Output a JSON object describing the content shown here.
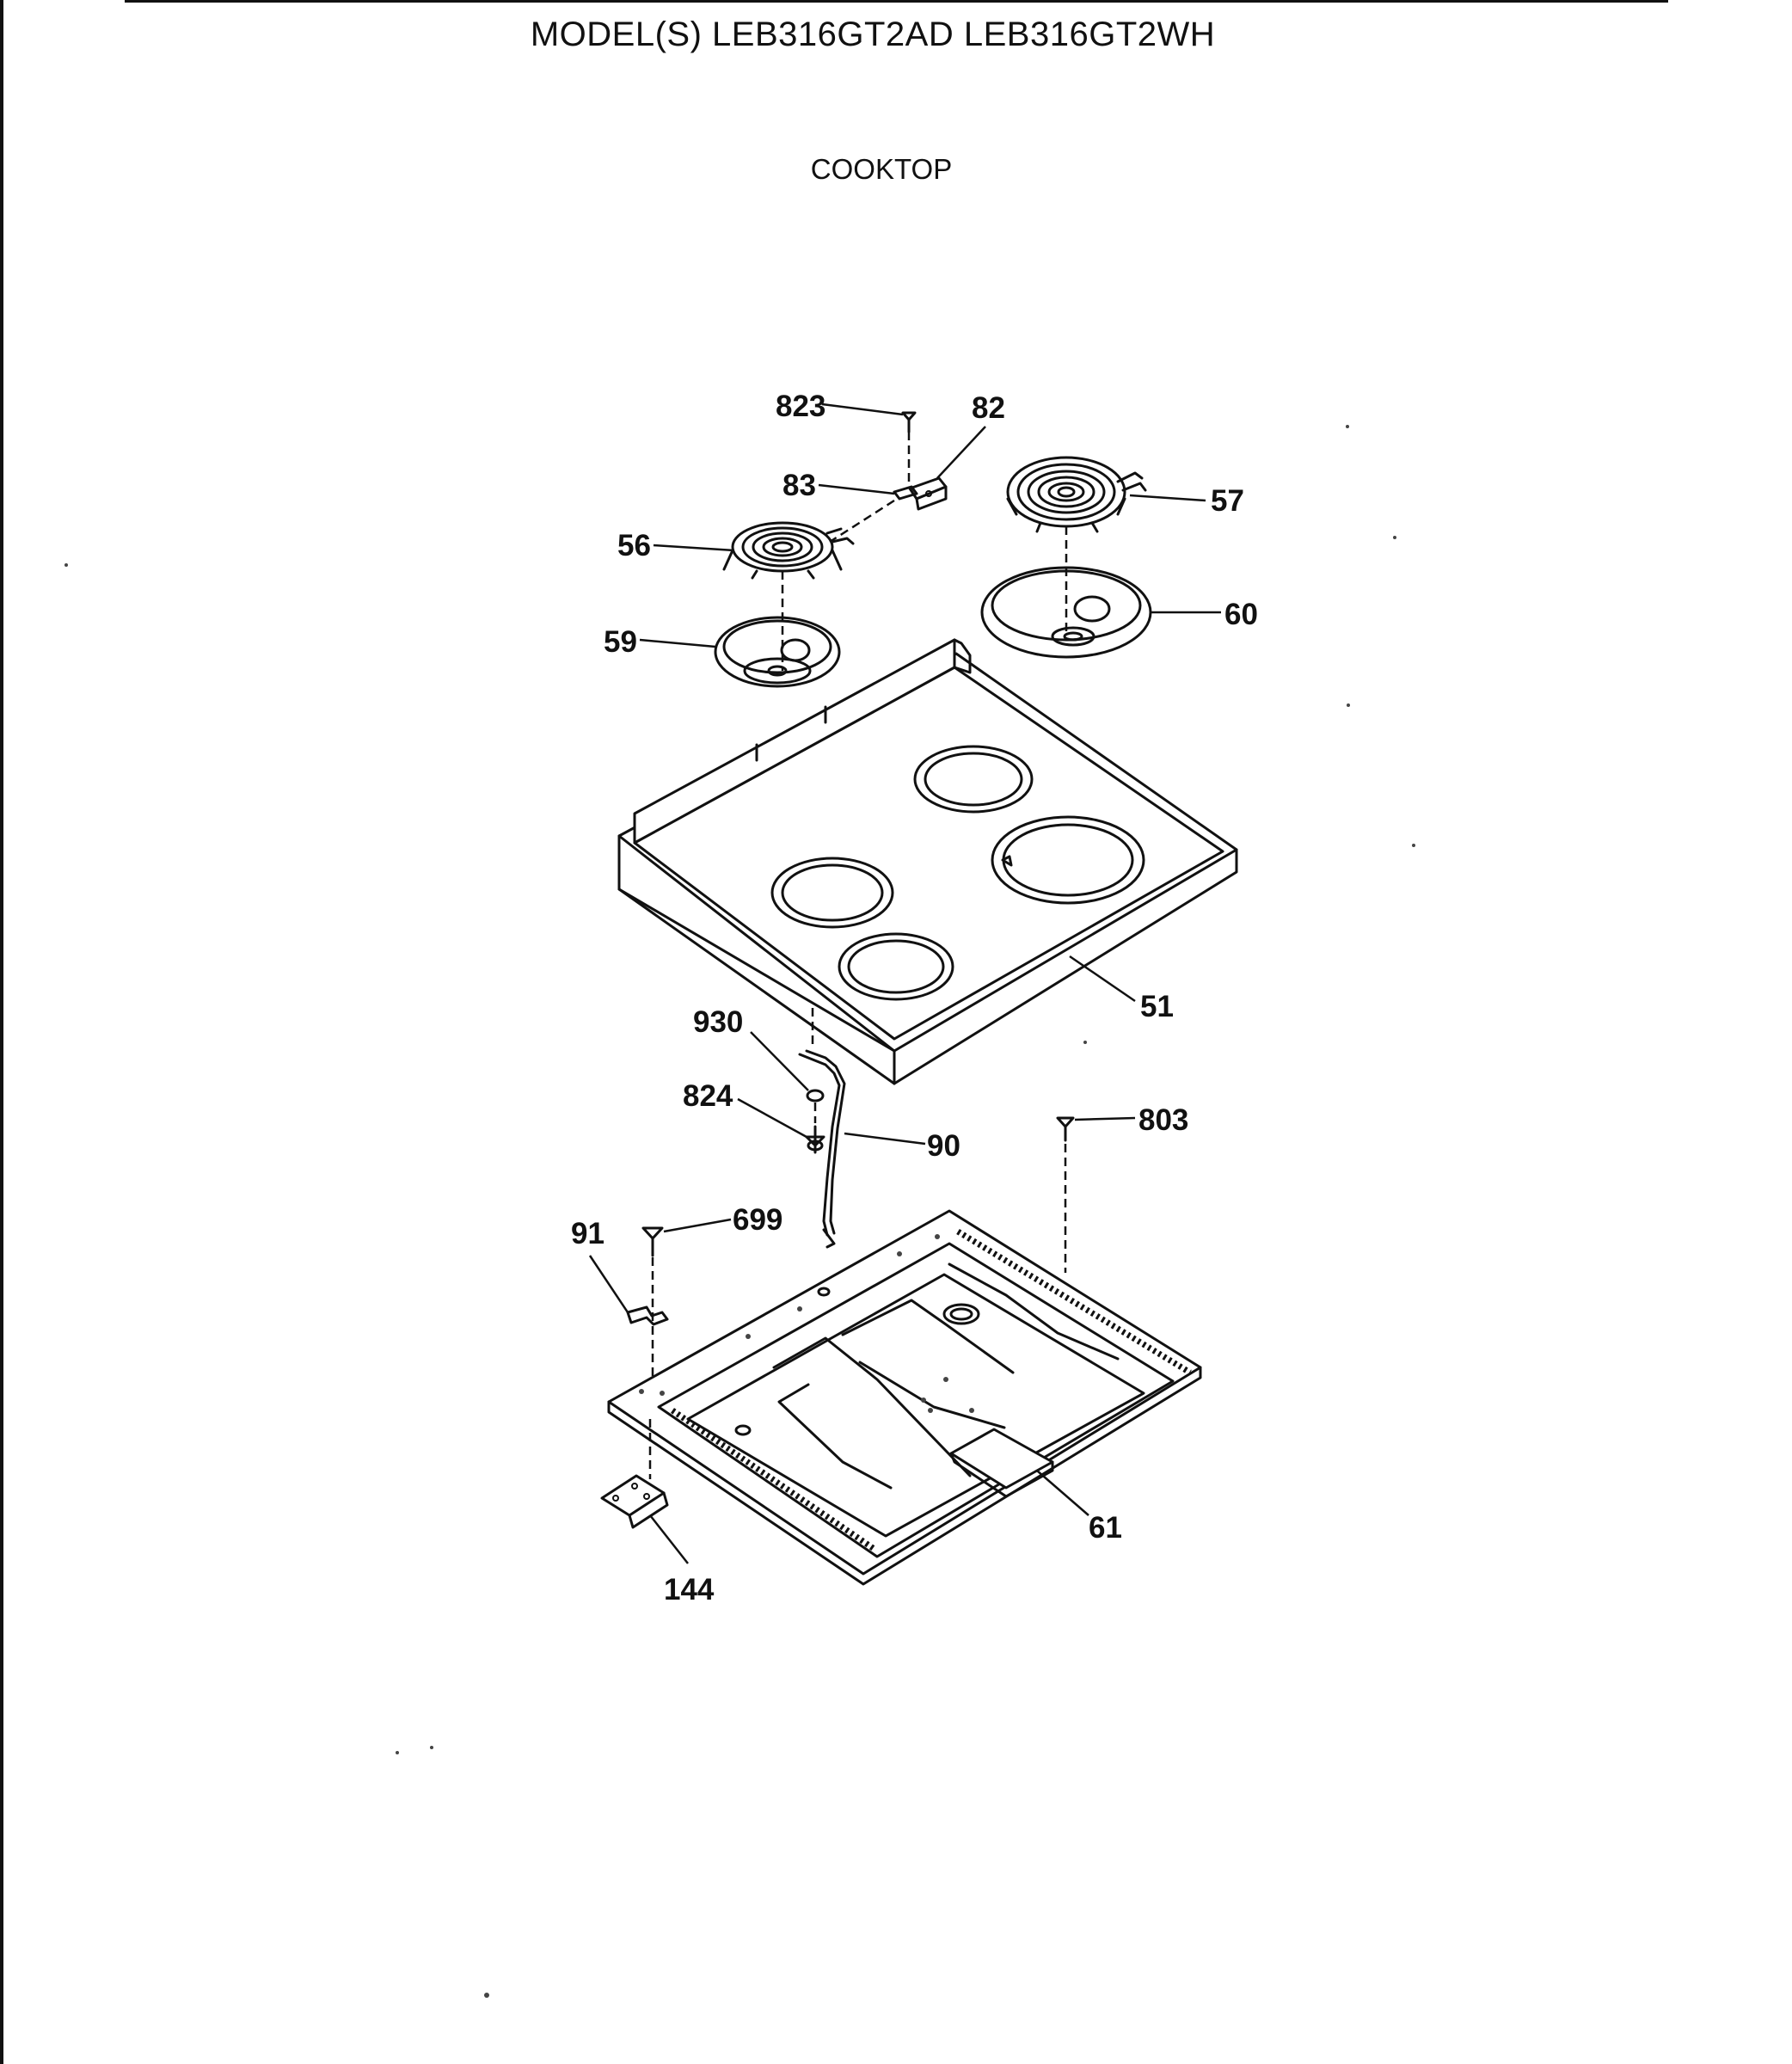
{
  "header": {
    "models": "MODEL(S) LEB316GT2AD  LEB316GT2WH",
    "section": "COOKTOP"
  },
  "callouts": {
    "c823": "823",
    "c82": "82",
    "c83": "83",
    "c57": "57",
    "c56": "56",
    "c60": "60",
    "c59": "59",
    "c51": "51",
    "c930": "930",
    "c824": "824",
    "c90": "90",
    "c803": "803",
    "c91": "91",
    "c699": "699",
    "c61": "61",
    "c144": "144"
  }
}
